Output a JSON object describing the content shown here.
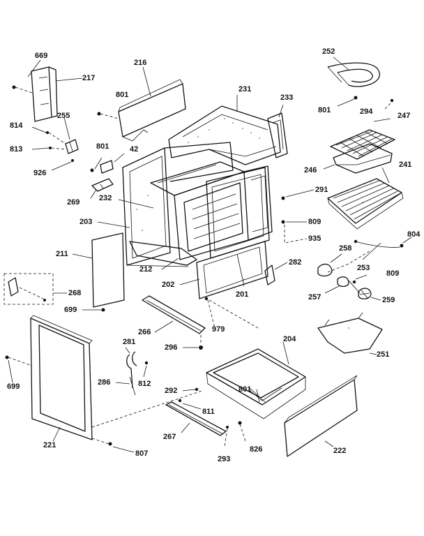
{
  "diagram": {
    "callouts": [
      {
        "id": "c669",
        "text": "669"
      },
      {
        "id": "c217",
        "text": "217"
      },
      {
        "id": "c216",
        "text": "216"
      },
      {
        "id": "c801a",
        "text": "801"
      },
      {
        "id": "c231",
        "text": "231"
      },
      {
        "id": "c233",
        "text": "233"
      },
      {
        "id": "c252",
        "text": "252"
      },
      {
        "id": "c801b",
        "text": "801"
      },
      {
        "id": "c294",
        "text": "294"
      },
      {
        "id": "c247",
        "text": "247"
      },
      {
        "id": "c255",
        "text": "255"
      },
      {
        "id": "c814",
        "text": "814"
      },
      {
        "id": "c801c",
        "text": "801"
      },
      {
        "id": "c42",
        "text": "42"
      },
      {
        "id": "c813",
        "text": "813"
      },
      {
        "id": "c926",
        "text": "926"
      },
      {
        "id": "c246",
        "text": "246"
      },
      {
        "id": "c241",
        "text": "241"
      },
      {
        "id": "c291",
        "text": "291"
      },
      {
        "id": "c269",
        "text": "269"
      },
      {
        "id": "c232",
        "text": "232"
      },
      {
        "id": "c809a",
        "text": "809"
      },
      {
        "id": "c203",
        "text": "203"
      },
      {
        "id": "c935",
        "text": "935"
      },
      {
        "id": "c804",
        "text": "804"
      },
      {
        "id": "c211",
        "text": "211"
      },
      {
        "id": "c258",
        "text": "258"
      },
      {
        "id": "c212",
        "text": "212"
      },
      {
        "id": "c282",
        "text": "282"
      },
      {
        "id": "c253",
        "text": "253"
      },
      {
        "id": "c809b",
        "text": "809"
      },
      {
        "id": "c202",
        "text": "202"
      },
      {
        "id": "c201",
        "text": "201"
      },
      {
        "id": "c268",
        "text": "268"
      },
      {
        "id": "c257",
        "text": "257"
      },
      {
        "id": "c259",
        "text": "259"
      },
      {
        "id": "c699a",
        "text": "699"
      },
      {
        "id": "c266",
        "text": "266"
      },
      {
        "id": "c979",
        "text": "979"
      },
      {
        "id": "c251",
        "text": "251"
      },
      {
        "id": "c281",
        "text": "281"
      },
      {
        "id": "c296",
        "text": "296"
      },
      {
        "id": "c204",
        "text": "204"
      },
      {
        "id": "c699b",
        "text": "699"
      },
      {
        "id": "c286",
        "text": "286"
      },
      {
        "id": "c812",
        "text": "812"
      },
      {
        "id": "c292",
        "text": "292"
      },
      {
        "id": "c801d",
        "text": "801"
      },
      {
        "id": "c811",
        "text": "811"
      },
      {
        "id": "c221",
        "text": "221"
      },
      {
        "id": "c267",
        "text": "267"
      },
      {
        "id": "c826",
        "text": "826"
      },
      {
        "id": "c222",
        "text": "222"
      },
      {
        "id": "c807",
        "text": "807"
      },
      {
        "id": "c293",
        "text": "293"
      }
    ]
  }
}
